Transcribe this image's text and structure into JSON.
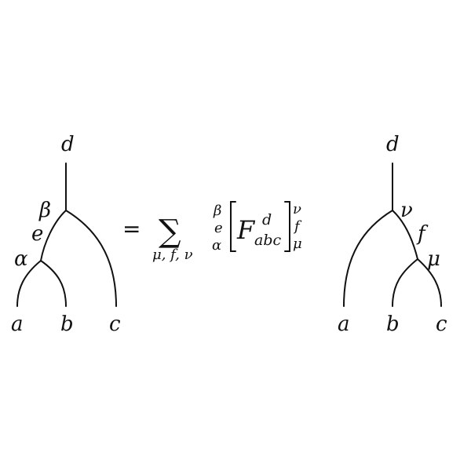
{
  "left_tree": {
    "labels": {
      "top": "d",
      "upper_vertex": "β",
      "inner_edge": "e",
      "lower_vertex": "α",
      "leaf_1": "a",
      "leaf_2": "b",
      "leaf_3": "c"
    }
  },
  "equation": {
    "equals": "=",
    "sum": "∑",
    "sum_index": "μ, f, ν",
    "left_indices": [
      "β",
      "e",
      "α"
    ],
    "matrix_symbol": "F",
    "superscript": "d",
    "subscript": "abc",
    "right_indices": [
      "ν",
      "f",
      "μ"
    ]
  },
  "right_tree": {
    "labels": {
      "top": "d",
      "upper_vertex": "ν",
      "inner_edge": "f",
      "lower_vertex": "μ",
      "leaf_1": "a",
      "leaf_2": "b",
      "leaf_3": "c"
    }
  }
}
